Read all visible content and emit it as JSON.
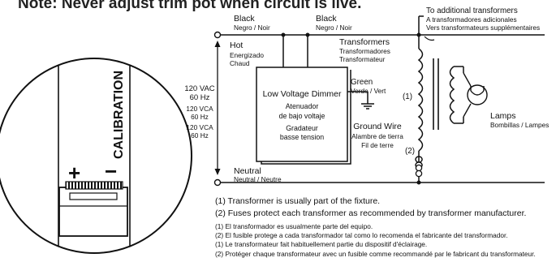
{
  "header": {
    "warning": "Note: Never adjust trim pot when circuit is live."
  },
  "trim_pot": {
    "label": "CALIBRATION",
    "plus": "+",
    "minus": "−"
  },
  "wiring": {
    "black_left": "Black",
    "black_left_sub": "Negro / Noir",
    "black_right": "Black",
    "black_right_sub": "Negro / Noir",
    "hot_1": "Hot",
    "hot_2": "Energizado",
    "hot_3": "Chaud",
    "supply_1": "120 VAC",
    "supply_2": "60 Hz",
    "supply_3": "120 VCA",
    "supply_4": "60 Hz",
    "supply_5": "120 VCA",
    "supply_6": "60 Hz",
    "dimmer_1": "Low Voltage Dimmer",
    "dimmer_2": "Atenuador",
    "dimmer_3": "de bajo voltaje",
    "dimmer_4": "Gradateur",
    "dimmer_5": "basse tension",
    "transformers_1": "Transformers",
    "transformers_2": "Transformadores",
    "transformers_3": "Transformateur",
    "to_additional_1": "To additional transformers",
    "to_additional_2": "A transformadores adicionales",
    "to_additional_3": "Vers transformateurs supplémentaires",
    "green_1": "Green",
    "green_2": "Verde / Vert",
    "ground_1": "Ground Wire",
    "ground_2": "Alambre de tierra",
    "ground_3": "Fil de terre",
    "marker_1": "(1)",
    "marker_2": "(2)",
    "lamps_1": "Lamps",
    "lamps_2": "Bombillas / Lampes",
    "neutral_1": "Neutral",
    "neutral_2": "Neutral / Neutre"
  },
  "notes": {
    "en_1": "(1) Transformer is usually part of the fixture.",
    "en_2": "(2) Fuses protect each transformer as recommended by transformer manufacturer.",
    "fr_1": "(1) El transformador es usualmente parte del equipo.",
    "fr_2": "(2) El fusible protege a cada transformador tal como lo recomenda el fabricante del transformador.",
    "fr_3": "(1) Le transformateur fait habituellement partie du dispositif d'éclairage.",
    "fr_4": "(2) Protéger chaque transformateur avec un fusible comme recommandé par le fabricant du transformateur."
  }
}
